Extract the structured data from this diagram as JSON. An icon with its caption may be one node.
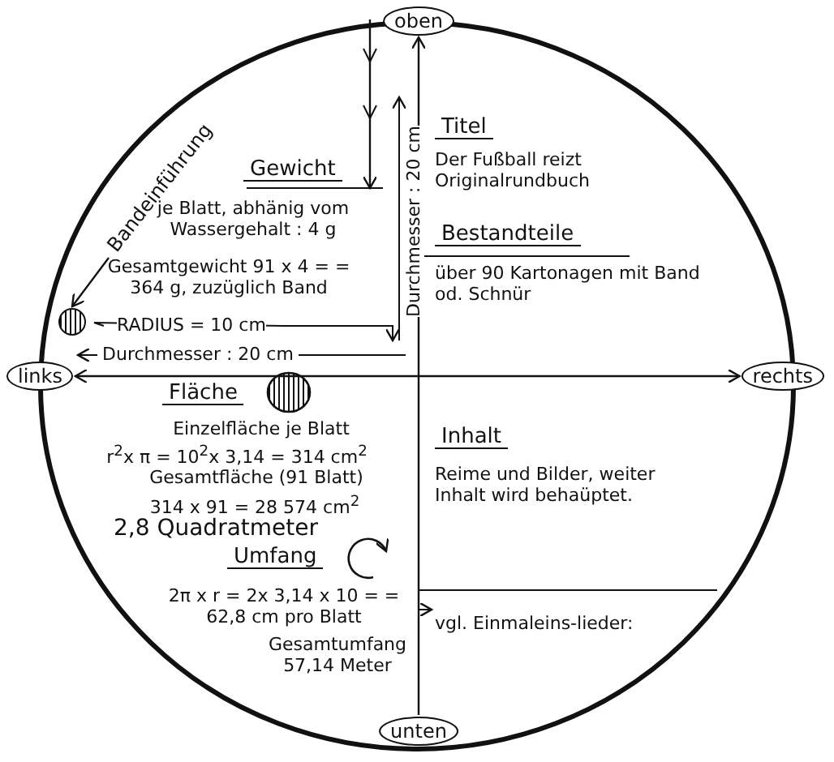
{
  "diagram": {
    "nodes": [
      {
        "text": [
          "oben"
        ]
      },
      {
        "text": [
          "links"
        ]
      },
      {
        "text": [
          "rechts"
        ]
      },
      {
        "text": [
          "unten"
        ]
      },
      {
        "text": [
          "Bandeinführung"
        ]
      },
      {
        "text": [],
        "shape": "circle"
      }
    ],
    "edges": [
      {
        "from": 4,
        "to": 5,
        "arrow": "to"
      },
      {
        "from": 3,
        "to": 0,
        "arrow": "to"
      },
      {
        "from": 1,
        "to": 2,
        "arrow": "both"
      }
    ],
    "labels": [
      "Gewicht",
      "je Blatt, abhänig vom Wassergehalt : 4 g",
      "Gesamtgewicht 91 x 4 = = 364 g, zuzüglich Band",
      "RADIUS = 10 cm",
      "Durchmesser : 20 cm",
      "Durchmesser : 20 cm",
      "Titel",
      "Der Fußball reizt Originalrundbuch",
      "Bestandteile",
      "über 90 Kartonagen mit Band od. Schnür",
      "Fläche",
      "Einzelfläche je Blatt",
      "r$^{2}$x π = 10$^{2}$x 3,14 = 314 cm$^{2}$",
      "Gesamtfläche (91 Blatt)",
      "314 x 91 = 28 574 cm$^{2}$",
      "2,8 Quadratmeter",
      "Umfang",
      "2π x r = 2x 3,14 x 10 = = 62,8 cm pro Blatt",
      "Gesamtumfang 57,14 Meter",
      "Inhalt",
      "Reime und Bilder, weiter Inhalt wird behaüptet.",
      "vgl. Einmaleins-lieder:"
    ]
  }
}
